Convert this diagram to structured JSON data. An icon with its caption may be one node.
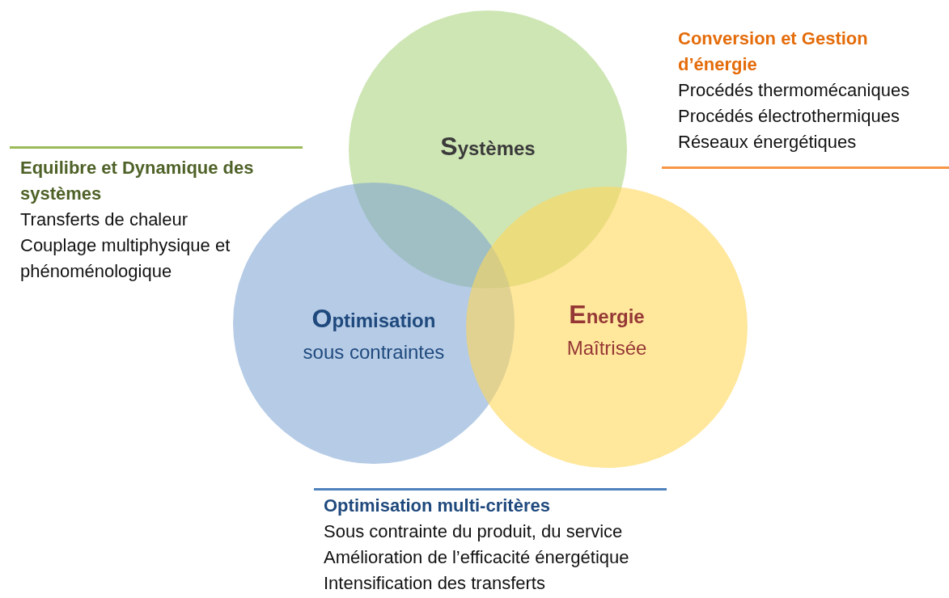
{
  "diagram": {
    "nodes": [
      {
        "text": [
          "Systèmes"
        ]
      },
      {
        "text": [
          "Optimisation",
          "sous contraintes"
        ]
      },
      {
        "text": [
          "Energie",
          "Maîtrisée"
        ]
      }
    ],
    "labels": [
      "Conversion et Gestion d’énergie",
      "Procédés thermomécaniques",
      "Procédés électrothermiques",
      "Réseaux énergétiques",
      "Equilibre et Dynamique des systèmes",
      "Transferts de chaleur",
      "Couplage multiphysique et phénoménologique",
      "Optimisation multi-critères",
      "Sous contrainte du produit, du service",
      "Amélioration de l’efficacité énergétique",
      "Intensification des transferts"
    ]
  }
}
